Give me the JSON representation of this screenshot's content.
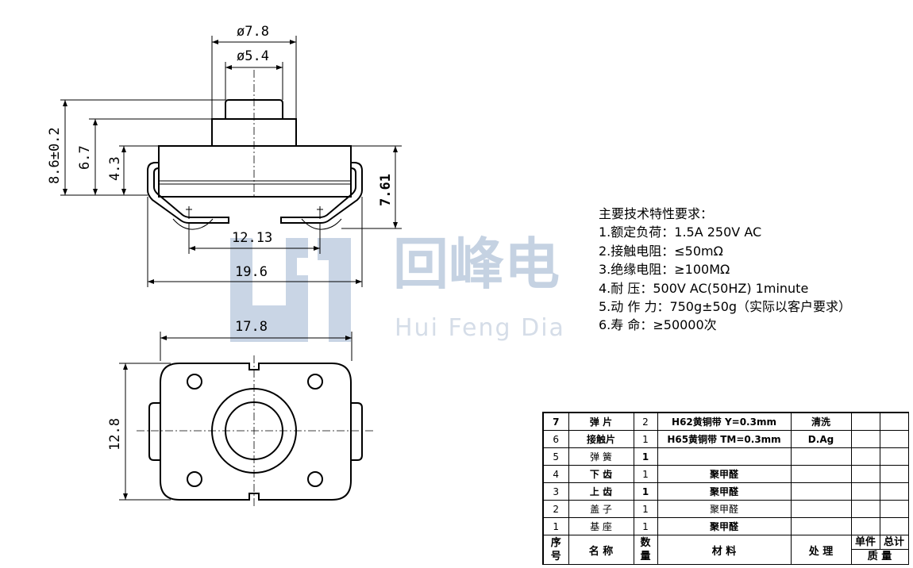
{
  "dimensions": {
    "outer_dia": "ø7.8",
    "inner_dia": "ø5.4",
    "height_total": "8.6±0.2",
    "height_body": "6.7",
    "height_base": "4.3",
    "height_right": "7.61",
    "pin_pitch": "12.13",
    "total_width": "19.6",
    "top_width": "17.8",
    "top_height": "12.8"
  },
  "watermark": {
    "text": "回峰电",
    "sub": "Hui Feng Dia"
  },
  "specs": {
    "title": "主要技术特性要求：",
    "items": [
      "1.额定负荷：1.5A 250V AC",
      "2.接触电阻：≤50mΩ",
      "3.绝缘电阻：≥100MΩ",
      "4.耐    压：500V AC(50HZ) 1minute",
      "5.动 作 力：750g±50g（实际以客户要求）",
      "6.寿    命：≥50000次"
    ]
  },
  "bom": {
    "rows": [
      {
        "no": "7",
        "name": "弹 片",
        "qty": "2",
        "material": "H62黄铜带 Y=0.3mm",
        "process": "清洗"
      },
      {
        "no": "6",
        "name": "接触片",
        "qty": "1",
        "material": "H65黄铜带 TM=0.3mm",
        "process": "D.Ag"
      },
      {
        "no": "5",
        "name": "弹 簧",
        "qty": "1",
        "material": "",
        "process": ""
      },
      {
        "no": "4",
        "name": "下 齿",
        "qty": "1",
        "material": "聚甲醛",
        "process": ""
      },
      {
        "no": "3",
        "name": "上 齿",
        "qty": "1",
        "material": "聚甲醛",
        "process": ""
      },
      {
        "no": "2",
        "name": "盖 子",
        "qty": "1",
        "material": "聚甲醛",
        "process": ""
      },
      {
        "no": "1",
        "name": "基 座",
        "qty": "1",
        "material": "聚甲醛",
        "process": ""
      }
    ],
    "header": {
      "no_top": "序",
      "no_bottom": "号",
      "name": "名   称",
      "qty_top": "数",
      "qty_bottom": "量",
      "material": "材     料",
      "process": "处   理",
      "unit": "单件",
      "total": "总计",
      "weight": "质  量"
    }
  }
}
